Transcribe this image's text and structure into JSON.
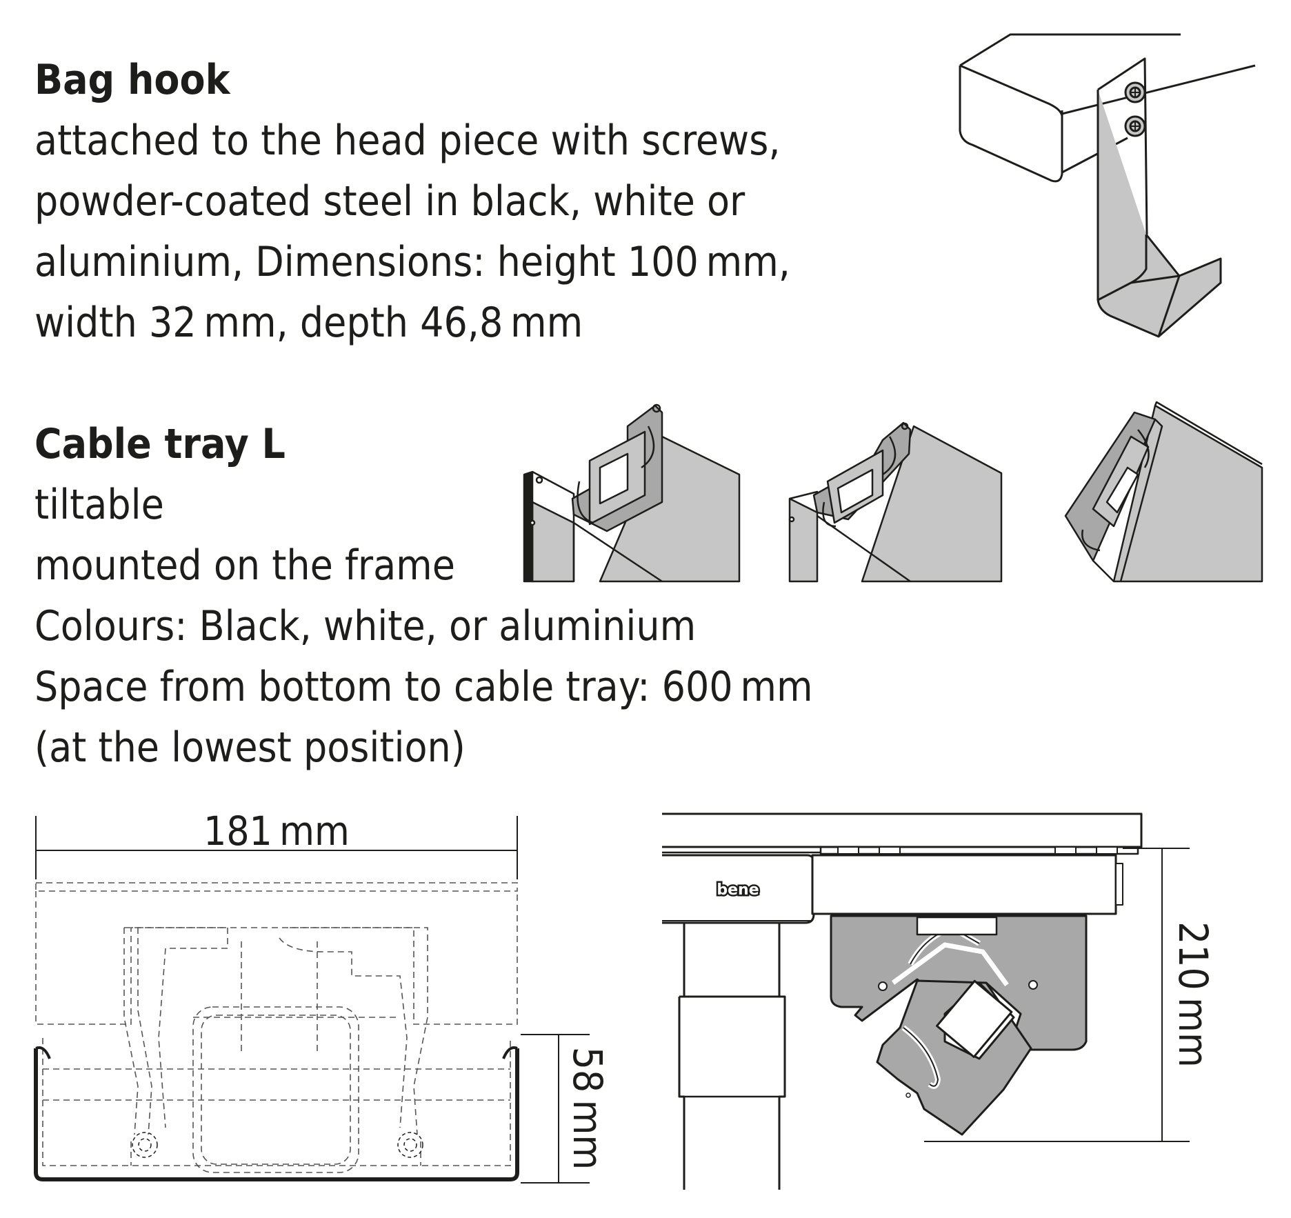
{
  "bag_hook": {
    "title": "Bag hook",
    "lines": [
      "attached to the head piece with screws,",
      "powder-coated steel in black, white or",
      "aluminium, Dimensions: height 100 mm,",
      "width 32 mm, depth 46,8 mm"
    ]
  },
  "cable_tray": {
    "title": "Cable tray L",
    "lines": [
      "tiltable",
      "mounted on the frame",
      "Colours: Black, white, or aluminium",
      "Space from bottom to cable tray: 600 mm",
      "(at the lowest position)"
    ]
  },
  "dimensions": {
    "width": "181 mm",
    "height": "58 mm",
    "total_height": "210 mm"
  },
  "logo_text": "bene",
  "colors": {
    "steel_grey": "#c6c6c6",
    "dark_grey": "#a8a8a8",
    "line": "#1d1d1b"
  }
}
